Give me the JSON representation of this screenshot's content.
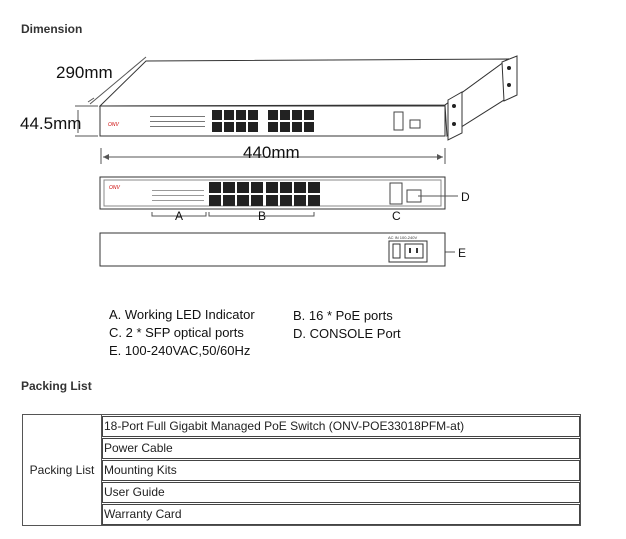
{
  "sections": {
    "dimension_heading": "Dimension",
    "packing_heading": "Packing List"
  },
  "dimensions": {
    "depth": "290mm",
    "height": "44.5mm",
    "width": "440mm"
  },
  "drawing": {
    "callouts": [
      "A",
      "B",
      "C",
      "D",
      "E"
    ],
    "power_label": "AC IN 100-240V",
    "logo_text": "ONV"
  },
  "legend": {
    "a": "A. Working LED Indicator",
    "b": "B. 16 * PoE ports",
    "c": "C. 2 * SFP  optical ports",
    "d": "D. CONSOLE Port",
    "e": "E. 100-240VAC,50/60Hz"
  },
  "packing_list": {
    "label": "Packing List",
    "items": [
      "18-Port Full Gigabit Managed PoE Switch  (ONV-POE33018PFM-at)",
      "Power Cable",
      "Mounting Kits",
      "User Guide",
      "Warranty Card"
    ]
  }
}
